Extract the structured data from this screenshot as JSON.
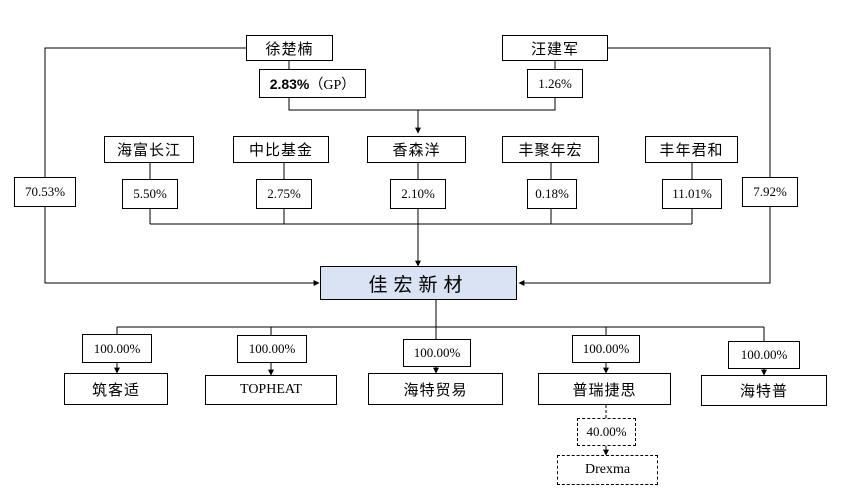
{
  "top_holders": {
    "xu": {
      "name": "徐楚楠",
      "share_bold": "2.83%",
      "share_suffix": "（GP）"
    },
    "wang": {
      "name": "汪建军",
      "share": "1.26%"
    }
  },
  "partnerships": [
    {
      "name": "海富长江",
      "share": "5.50%"
    },
    {
      "name": "中比基金",
      "share": "2.75%"
    },
    {
      "name": "香森洋",
      "share": "2.10%"
    },
    {
      "name": "丰聚年宏",
      "share": "0.18%"
    },
    {
      "name": "丰年君和",
      "share": "11.01%"
    }
  ],
  "direct_shares": {
    "xu_direct": "70.53%",
    "wang_direct": "7.92%"
  },
  "company": {
    "name": "佳宏新材"
  },
  "subsidiaries": [
    {
      "name": "筑客适",
      "share": "100.00%"
    },
    {
      "name": "TOPHEAT",
      "share": "100.00%"
    },
    {
      "name": "海特贸易",
      "share": "100.00%"
    },
    {
      "name": "普瑞捷思",
      "share": "100.00%"
    },
    {
      "name": "海特普",
      "share": "100.00%"
    }
  ],
  "sub_subsidiary": {
    "name": "Drexma",
    "share": "40.00%"
  }
}
